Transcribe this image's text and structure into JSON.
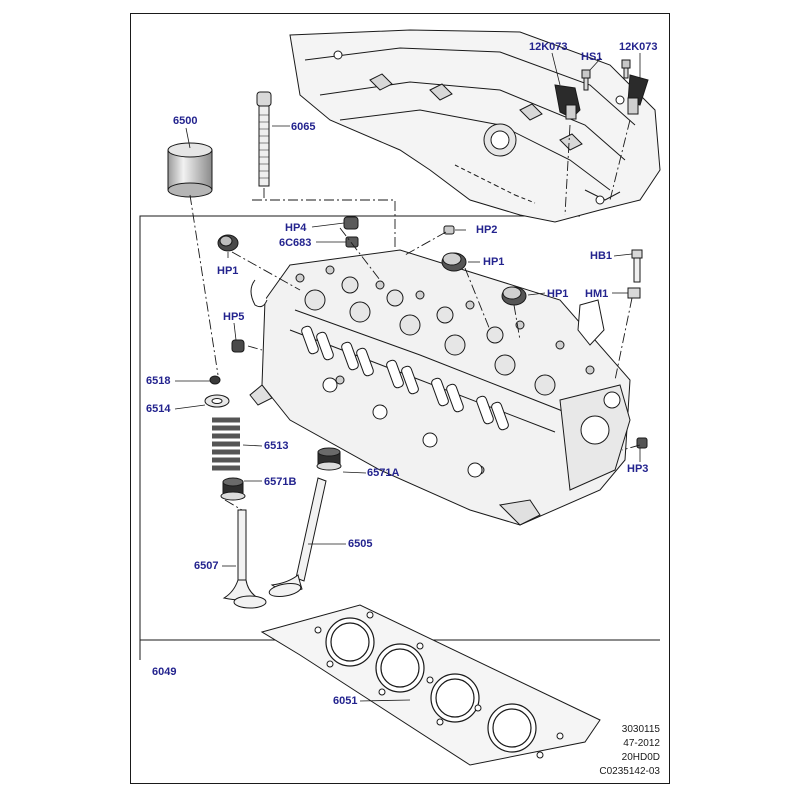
{
  "callouts": {
    "p6500": "6500",
    "p6065": "6065",
    "p12k073_left": "12K073",
    "hs1": "HS1",
    "p12k073_right": "12K073",
    "hp4": "HP4",
    "hp2": "HP2",
    "p6c683": "6C683",
    "hp1_a": "HP1",
    "hp1_b": "HP1",
    "hp1_c": "HP1",
    "hb1": "HB1",
    "hm1": "HM1",
    "hp5": "HP5",
    "p6518": "6518",
    "p6514": "6514",
    "p6513": "6513",
    "p6571a": "6571A",
    "p6571b": "6571B",
    "hp3": "HP3",
    "p6505": "6505",
    "p6507": "6507",
    "p6049": "6049",
    "p6051": "6051"
  },
  "reference_codes": [
    "3030115",
    "47-2012",
    "20HD0D",
    "C0235142-03"
  ],
  "colors": {
    "callout": "#23238e",
    "line": "#1a1a1a",
    "part_fill": "#f4f4f4",
    "shade": "#bdbdbd"
  }
}
